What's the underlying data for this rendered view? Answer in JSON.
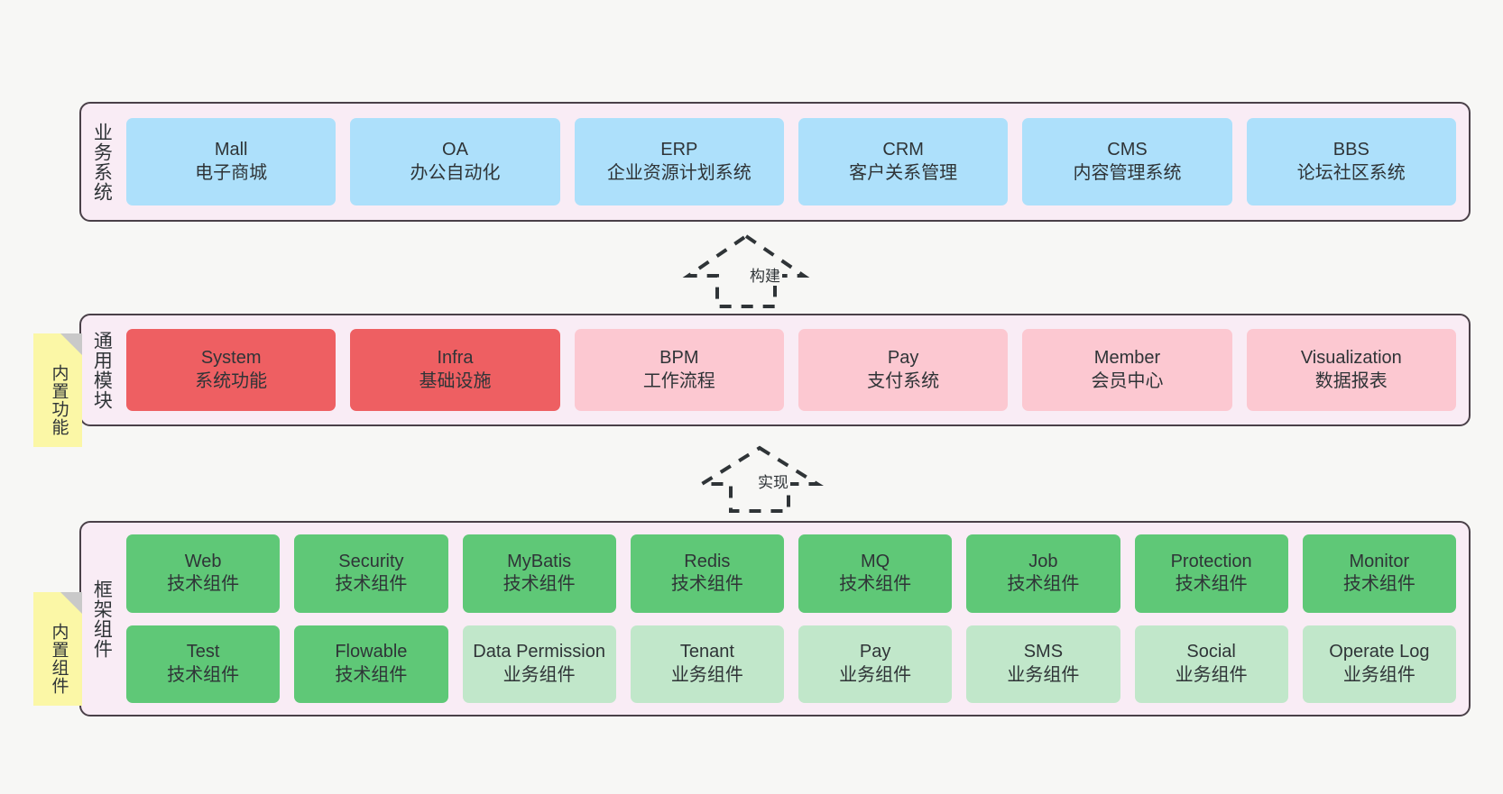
{
  "diagram": {
    "title": "ruoyi-vue-pro architecture layers",
    "background_color": "#f7f7f5",
    "panel_background": "#f9ecf5",
    "panel_border": "#4a4048"
  },
  "panels": [
    {
      "id": "business",
      "title": "业务系统",
      "card_color": "#ade0fb",
      "rows": [
        [
          {
            "en": "Mall",
            "cn": "电子商城"
          },
          {
            "en": "OA",
            "cn": "办公自动化"
          },
          {
            "en": "ERP",
            "cn": "企业资源计划系统"
          },
          {
            "en": "CRM",
            "cn": "客户关系管理"
          },
          {
            "en": "CMS",
            "cn": "内容管理系统"
          },
          {
            "en": "BBS",
            "cn": "论坛社区系统"
          }
        ]
      ]
    },
    {
      "id": "modules",
      "title": "通用模块",
      "card_color_primary": "#ee5f62",
      "card_color_secondary": "#fcc8d1",
      "rows": [
        [
          {
            "en": "System",
            "cn": "系统功能",
            "tone": "red"
          },
          {
            "en": "Infra",
            "cn": "基础设施",
            "tone": "red"
          },
          {
            "en": "BPM",
            "cn": "工作流程",
            "tone": "pink"
          },
          {
            "en": "Pay",
            "cn": "支付系统",
            "tone": "pink"
          },
          {
            "en": "Member",
            "cn": "会员中心",
            "tone": "pink"
          },
          {
            "en": "Visualization",
            "cn": "数据报表",
            "tone": "pink"
          }
        ]
      ]
    },
    {
      "id": "framework",
      "title": "框架组件",
      "card_color_primary": "#5fc877",
      "card_color_secondary": "#c1e7ca",
      "rows": [
        [
          {
            "en": "Web",
            "cn": "技术组件",
            "tone": "green"
          },
          {
            "en": "Security",
            "cn": "技术组件",
            "tone": "green"
          },
          {
            "en": "MyBatis",
            "cn": "技术组件",
            "tone": "green"
          },
          {
            "en": "Redis",
            "cn": "技术组件",
            "tone": "green"
          },
          {
            "en": "MQ",
            "cn": "技术组件",
            "tone": "green"
          },
          {
            "en": "Job",
            "cn": "技术组件",
            "tone": "green"
          },
          {
            "en": "Protection",
            "cn": "技术组件",
            "tone": "green"
          },
          {
            "en": "Monitor",
            "cn": "技术组件",
            "tone": "green"
          }
        ],
        [
          {
            "en": "Test",
            "cn": "技术组件",
            "tone": "green"
          },
          {
            "en": "Flowable",
            "cn": "技术组件",
            "tone": "green"
          },
          {
            "en": "Data Permission",
            "cn": "业务组件",
            "tone": "greenlight"
          },
          {
            "en": "Tenant",
            "cn": "业务组件",
            "tone": "greenlight"
          },
          {
            "en": "Pay",
            "cn": "业务组件",
            "tone": "greenlight"
          },
          {
            "en": "SMS",
            "cn": "业务组件",
            "tone": "greenlight"
          },
          {
            "en": "Social",
            "cn": "业务组件",
            "tone": "greenlight"
          },
          {
            "en": "Operate Log",
            "cn": "业务组件",
            "tone": "greenlight"
          }
        ]
      ]
    }
  ],
  "notes": [
    {
      "id": "functions",
      "text": "内置功能",
      "color": "#fbf7a6",
      "fold_color": "#c9c9c9"
    },
    {
      "id": "components",
      "text": "内置组件",
      "color": "#fbf7a6",
      "fold_color": "#c9c9c9"
    }
  ],
  "arrows": [
    {
      "id": "build",
      "label": "构建",
      "style": "dashed-block-arrow-up"
    },
    {
      "id": "impl",
      "label": "实现",
      "style": "dashed-block-arrow-up"
    }
  ]
}
